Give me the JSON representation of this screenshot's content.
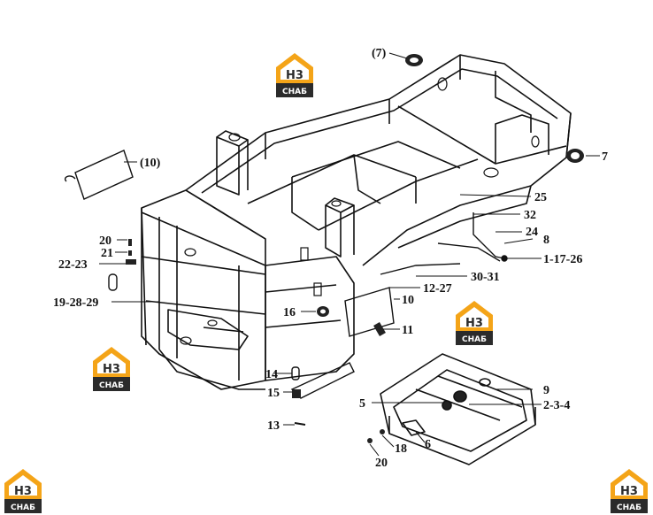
{
  "callouts": {
    "c_7_paren": "(7)",
    "c_7": "7",
    "c_10_paren": "(10)",
    "c_25": "25",
    "c_32": "32",
    "c_24": "24",
    "c_8": "8",
    "c_1_17_26": "1-17-26",
    "c_30_31": "30-31",
    "c_12_27": "12-27",
    "c_10": "10",
    "c_11": "11",
    "c_16": "16",
    "c_20_top": "20",
    "c_21": "21",
    "c_22_23": "22-23",
    "c_19_28_29": "19-28-29",
    "c_14": "14",
    "c_15": "15",
    "c_13": "13",
    "c_9": "9",
    "c_5": "5",
    "c_2_3_4": "2-3-4",
    "c_6": "6",
    "c_18": "18",
    "c_20_bottom": "20"
  },
  "watermark": {
    "logo_letters": "H3",
    "logo_caption": "CHAБ",
    "accent_color": "#f4a418",
    "dark_color": "#2b2b2b"
  }
}
